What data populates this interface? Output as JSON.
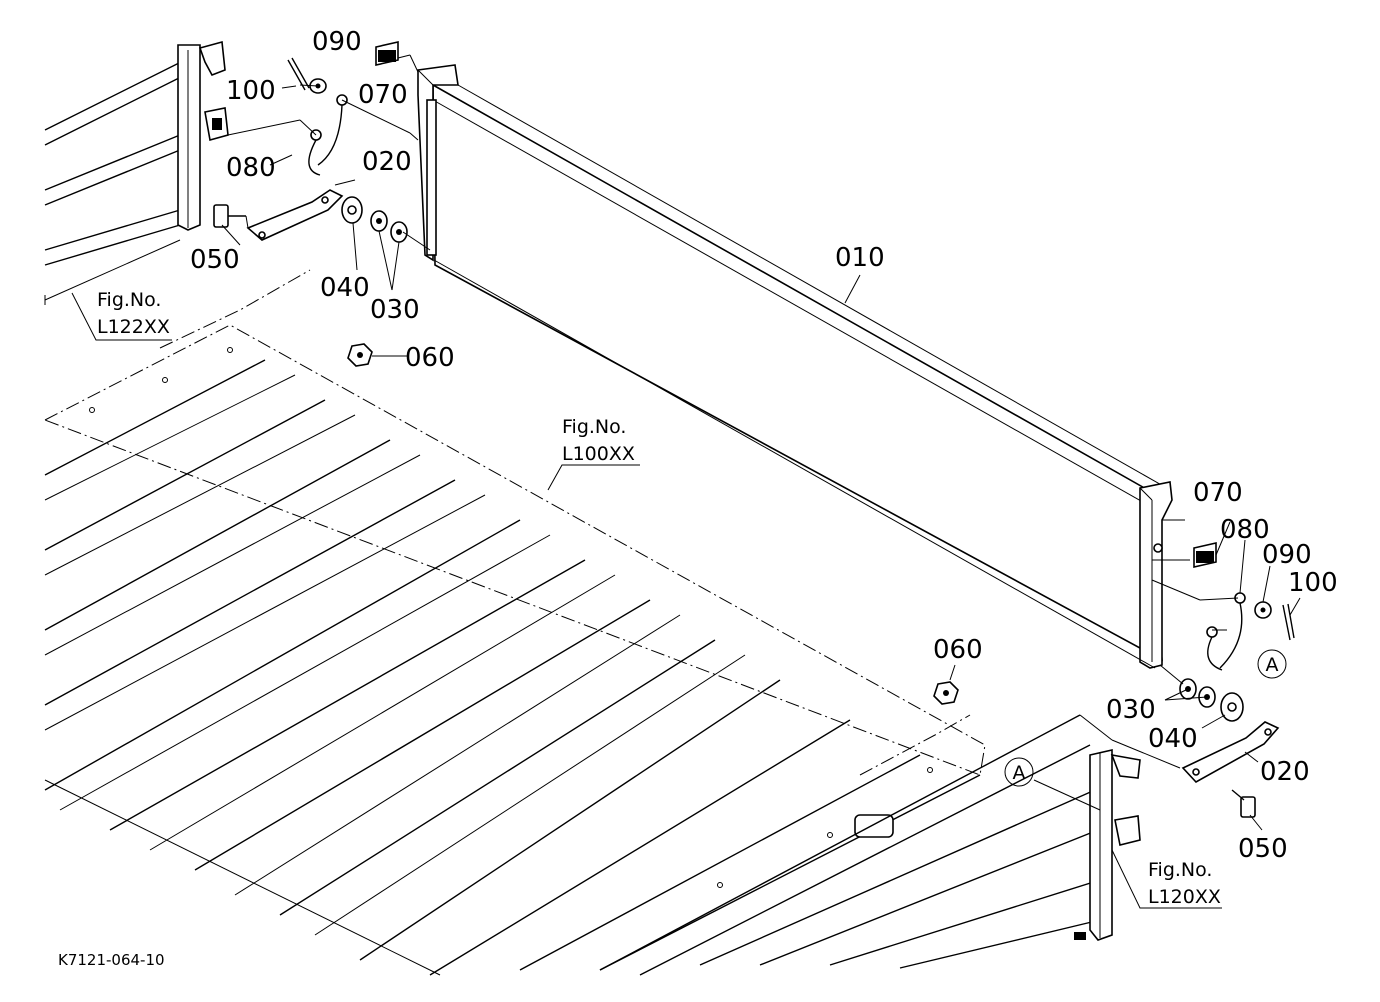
{
  "diagram": {
    "drawing_code": "K7121-064-10",
    "part_labels": {
      "p010": "010",
      "p020_left": "020",
      "p020_right": "020",
      "p030_left": "030",
      "p030_right": "030",
      "p040_left": "040",
      "p040_right": "040",
      "p050_left": "050",
      "p050_right": "050",
      "p060_top": "060",
      "p060_right": "060",
      "p070_left": "070",
      "p070_right": "070",
      "p080_left": "080",
      "p080_right": "080",
      "p090_left": "090",
      "p090_right": "090",
      "p100_left": "100",
      "p100_right": "100"
    },
    "figure_refs": {
      "l122": {
        "line1": "Fig.No.",
        "line2": "L122XX"
      },
      "l100": {
        "line1": "Fig.No.",
        "line2": "L100XX"
      },
      "l120": {
        "line1": "Fig.No.",
        "line2": "L120XX"
      }
    },
    "detail_markers": {
      "a1": "A",
      "a2": "A"
    }
  }
}
